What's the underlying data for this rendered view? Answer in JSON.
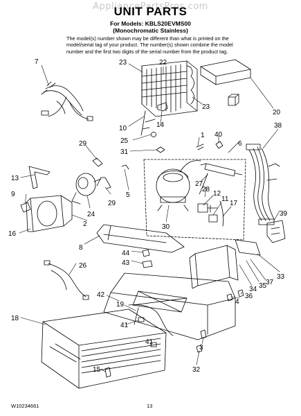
{
  "watermark": "AppliancePartsPros.com",
  "title": "UNIT PARTS",
  "models_line": "For Models: KBLS20EVMS00",
  "variant_line": "(Monochromatic Stainless)",
  "note": "The model(s) number shown may be different than what is printed on the model/serial tag of your product. The number(s) shown combine the model number and the first two digits of the serial number from the product tag.",
  "footer": {
    "doc_number": "W10234661",
    "page_number": "13"
  },
  "callouts": [
    "7",
    "23",
    "22",
    "20",
    "23",
    "10",
    "14",
    "25",
    "1",
    "40",
    "6",
    "31",
    "38",
    "29",
    "13",
    "9",
    "5",
    "27",
    "28",
    "12",
    "11",
    "17",
    "39",
    "24",
    "16",
    "29",
    "2",
    "30",
    "8",
    "44",
    "43",
    "33",
    "26",
    "35",
    "37",
    "34",
    "4",
    "36",
    "42",
    "19",
    "18",
    "41",
    "41",
    "3",
    "15",
    "32"
  ]
}
